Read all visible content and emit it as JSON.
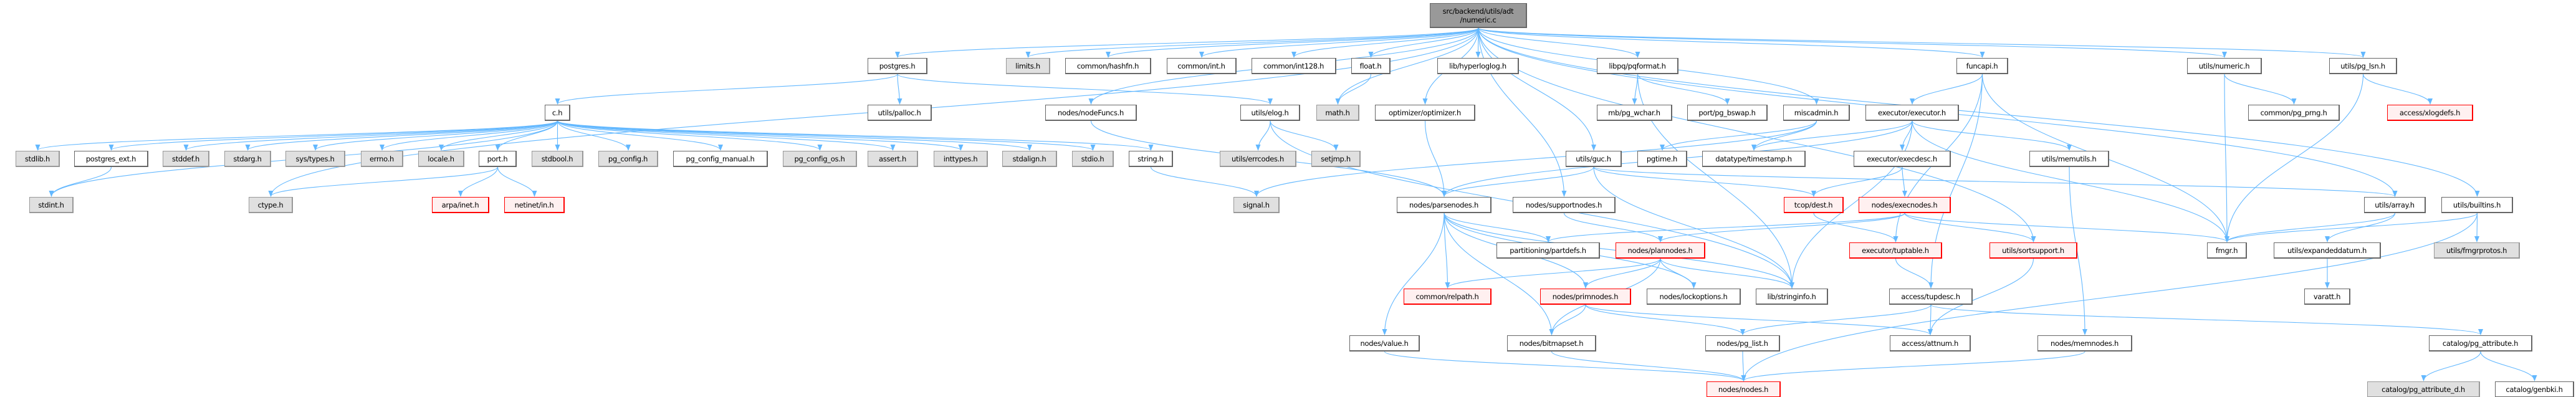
{
  "graph_title": "src/backend/utils/adt/numeric.c",
  "colors": {
    "edge": "#63b8ff",
    "root_fill": "#999999",
    "system_fill": "#e0e0e0",
    "missing_border": "#ff0000",
    "missing_fill": "#fff0f0"
  },
  "nodes": [
    {
      "id": "root",
      "label": [
        "src/backend/utils/adt",
        "/numeric.c"
      ],
      "style": "root"
    },
    {
      "id": "postgres.h",
      "label": "postgres.h",
      "style": "normal"
    },
    {
      "id": "limits.h",
      "label": "limits.h",
      "style": "system"
    },
    {
      "id": "common/hashfn.h",
      "label": "common/hashfn.h",
      "style": "normal"
    },
    {
      "id": "common/int.h",
      "label": "common/int.h",
      "style": "normal"
    },
    {
      "id": "common/int128.h",
      "label": "common/int128.h",
      "style": "normal"
    },
    {
      "id": "float.h",
      "label": "float.h",
      "style": "normal"
    },
    {
      "id": "lib/hyperloglog.h",
      "label": "lib/hyperloglog.h",
      "style": "normal"
    },
    {
      "id": "libpq/pqformat.h",
      "label": "libpq/pqformat.h",
      "style": "normal"
    },
    {
      "id": "funcapi.h",
      "label": "funcapi.h",
      "style": "normal"
    },
    {
      "id": "utils/numeric.h",
      "label": "utils/numeric.h",
      "style": "normal"
    },
    {
      "id": "utils/pg_lsn.h",
      "label": "utils/pg_lsn.h",
      "style": "normal"
    },
    {
      "id": "c.h",
      "label": "c.h",
      "style": "normal"
    },
    {
      "id": "utils/palloc.h",
      "label": "utils/palloc.h",
      "style": "normal"
    },
    {
      "id": "nodes/nodeFuncs.h",
      "label": "nodes/nodeFuncs.h",
      "style": "normal"
    },
    {
      "id": "utils/elog.h",
      "label": "utils/elog.h",
      "style": "normal"
    },
    {
      "id": "math.h",
      "label": "math.h",
      "style": "system"
    },
    {
      "id": "optimizer/optimizer.h",
      "label": "optimizer/optimizer.h",
      "style": "normal"
    },
    {
      "id": "mb/pg_wchar.h",
      "label": "mb/pg_wchar.h",
      "style": "normal"
    },
    {
      "id": "port/pg_bswap.h",
      "label": "port/pg_bswap.h",
      "style": "normal"
    },
    {
      "id": "miscadmin.h",
      "label": "miscadmin.h",
      "style": "normal"
    },
    {
      "id": "executor/executor.h",
      "label": "executor/executor.h",
      "style": "normal"
    },
    {
      "id": "common/pg_prng.h",
      "label": "common/pg_prng.h",
      "style": "normal"
    },
    {
      "id": "access/xlogdefs.h",
      "label": "access/xlogdefs.h",
      "style": "missing"
    },
    {
      "id": "stdlib.h",
      "label": "stdlib.h",
      "style": "system"
    },
    {
      "id": "postgres_ext.h",
      "label": "postgres_ext.h",
      "style": "normal"
    },
    {
      "id": "stddef.h",
      "label": "stddef.h",
      "style": "system"
    },
    {
      "id": "stdarg.h",
      "label": "stdarg.h",
      "style": "system"
    },
    {
      "id": "sys/types.h",
      "label": "sys/types.h",
      "style": "system"
    },
    {
      "id": "errno.h",
      "label": "errno.h",
      "style": "system"
    },
    {
      "id": "locale.h",
      "label": "locale.h",
      "style": "system"
    },
    {
      "id": "port.h",
      "label": "port.h",
      "style": "normal"
    },
    {
      "id": "stdbool.h",
      "label": "stdbool.h",
      "style": "system"
    },
    {
      "id": "pg_config.h",
      "label": "pg_config.h",
      "style": "system"
    },
    {
      "id": "pg_config_manual.h",
      "label": "pg_config_manual.h",
      "style": "normal"
    },
    {
      "id": "pg_config_os.h",
      "label": "pg_config_os.h",
      "style": "system"
    },
    {
      "id": "assert.h",
      "label": "assert.h",
      "style": "system"
    },
    {
      "id": "inttypes.h",
      "label": "inttypes.h",
      "style": "system"
    },
    {
      "id": "stdalign.h",
      "label": "stdalign.h",
      "style": "system"
    },
    {
      "id": "stdio.h",
      "label": "stdio.h",
      "style": "system"
    },
    {
      "id": "string.h",
      "label": "string.h",
      "style": "normal"
    },
    {
      "id": "utils/errcodes.h",
      "label": "utils/errcodes.h",
      "style": "system"
    },
    {
      "id": "setjmp.h",
      "label": "setjmp.h",
      "style": "system"
    },
    {
      "id": "utils/guc.h",
      "label": "utils/guc.h",
      "style": "normal"
    },
    {
      "id": "pgtime.h",
      "label": "pgtime.h",
      "style": "normal"
    },
    {
      "id": "datatype/timestamp.h",
      "label": "datatype/timestamp.h",
      "style": "normal"
    },
    {
      "id": "executor/execdesc.h",
      "label": "executor/execdesc.h",
      "style": "normal"
    },
    {
      "id": "utils/memutils.h",
      "label": "utils/memutils.h",
      "style": "normal"
    },
    {
      "id": "stdint.h",
      "label": "stdint.h",
      "style": "system"
    },
    {
      "id": "ctype.h",
      "label": "ctype.h",
      "style": "system"
    },
    {
      "id": "arpa/inet.h",
      "label": "arpa/inet.h",
      "style": "missing"
    },
    {
      "id": "netinet/in.h",
      "label": "netinet/in.h",
      "style": "missing"
    },
    {
      "id": "signal.h",
      "label": "signal.h",
      "style": "system"
    },
    {
      "id": "nodes/parsenodes.h",
      "label": "nodes/parsenodes.h",
      "style": "normal"
    },
    {
      "id": "nodes/supportnodes.h",
      "label": "nodes/supportnodes.h",
      "style": "normal"
    },
    {
      "id": "tcop/dest.h",
      "label": "tcop/dest.h",
      "style": "missing"
    },
    {
      "id": "nodes/execnodes.h",
      "label": "nodes/execnodes.h",
      "style": "missing"
    },
    {
      "id": "utils/array.h",
      "label": "utils/array.h",
      "style": "normal"
    },
    {
      "id": "utils/builtins.h",
      "label": "utils/builtins.h",
      "style": "normal"
    },
    {
      "id": "partitioning/partdefs.h",
      "label": "partitioning/partdefs.h",
      "style": "normal"
    },
    {
      "id": "nodes/plannodes.h",
      "label": "nodes/plannodes.h",
      "style": "missing"
    },
    {
      "id": "executor/tuptable.h",
      "label": "executor/tuptable.h",
      "style": "missing"
    },
    {
      "id": "utils/sortsupport.h",
      "label": "utils/sortsupport.h",
      "style": "missing"
    },
    {
      "id": "fmgr.h",
      "label": "fmgr.h",
      "style": "normal"
    },
    {
      "id": "utils/expandeddatum.h",
      "label": "utils/expandeddatum.h",
      "style": "normal"
    },
    {
      "id": "utils/fmgrprotos.h",
      "label": "utils/fmgrprotos.h",
      "style": "system"
    },
    {
      "id": "common/relpath.h",
      "label": "common/relpath.h",
      "style": "missing"
    },
    {
      "id": "nodes/primnodes.h",
      "label": "nodes/primnodes.h",
      "style": "missing"
    },
    {
      "id": "nodes/lockoptions.h",
      "label": "nodes/lockoptions.h",
      "style": "normal"
    },
    {
      "id": "lib/stringinfo.h",
      "label": "lib/stringinfo.h",
      "style": "normal"
    },
    {
      "id": "access/tupdesc.h",
      "label": "access/tupdesc.h",
      "style": "normal"
    },
    {
      "id": "varatt.h",
      "label": "varatt.h",
      "style": "normal"
    },
    {
      "id": "nodes/value.h",
      "label": "nodes/value.h",
      "style": "normal"
    },
    {
      "id": "nodes/bitmapset.h",
      "label": "nodes/bitmapset.h",
      "style": "normal"
    },
    {
      "id": "nodes/pg_list.h",
      "label": "nodes/pg_list.h",
      "style": "normal"
    },
    {
      "id": "access/attnum.h",
      "label": "access/attnum.h",
      "style": "normal"
    },
    {
      "id": "nodes/memnodes.h",
      "label": "nodes/memnodes.h",
      "style": "normal"
    },
    {
      "id": "catalog/pg_attribute.h",
      "label": "catalog/pg_attribute.h",
      "style": "normal"
    },
    {
      "id": "nodes/nodes.h",
      "label": "nodes/nodes.h",
      "style": "missing"
    },
    {
      "id": "catalog/pg_attribute_d.h",
      "label": "catalog/pg_attribute_d.h",
      "style": "system"
    },
    {
      "id": "catalog/genbki.h",
      "label": "catalog/genbki.h",
      "style": "normal"
    }
  ],
  "edges": [
    [
      "root",
      "postgres.h"
    ],
    [
      "root",
      "limits.h"
    ],
    [
      "root",
      "common/hashfn.h"
    ],
    [
      "root",
      "common/int.h"
    ],
    [
      "root",
      "common/int128.h"
    ],
    [
      "root",
      "float.h"
    ],
    [
      "root",
      "lib/hyperloglog.h"
    ],
    [
      "root",
      "libpq/pqformat.h"
    ],
    [
      "root",
      "funcapi.h"
    ],
    [
      "root",
      "utils/numeric.h"
    ],
    [
      "root",
      "utils/pg_lsn.h"
    ],
    [
      "root",
      "math.h"
    ],
    [
      "root",
      "nodes/nodeFuncs.h"
    ],
    [
      "root",
      "optimizer/optimizer.h"
    ],
    [
      "root",
      "miscadmin.h"
    ],
    [
      "root",
      "nodes/supportnodes.h"
    ],
    [
      "root",
      "utils/guc.h"
    ],
    [
      "root",
      "utils/array.h"
    ],
    [
      "root",
      "utils/builtins.h"
    ],
    [
      "root",
      "utils/sortsupport.h"
    ],
    [
      "root",
      "ctype.h"
    ],
    [
      "postgres.h",
      "c.h"
    ],
    [
      "postgres.h",
      "utils/elog.h"
    ],
    [
      "postgres.h",
      "utils/palloc.h"
    ],
    [
      "c.h",
      "stdlib.h"
    ],
    [
      "c.h",
      "postgres_ext.h"
    ],
    [
      "c.h",
      "stddef.h"
    ],
    [
      "c.h",
      "stdarg.h"
    ],
    [
      "c.h",
      "sys/types.h"
    ],
    [
      "c.h",
      "errno.h"
    ],
    [
      "c.h",
      "locale.h"
    ],
    [
      "c.h",
      "port.h"
    ],
    [
      "c.h",
      "stdbool.h"
    ],
    [
      "c.h",
      "pg_config.h"
    ],
    [
      "c.h",
      "pg_config_manual.h"
    ],
    [
      "c.h",
      "pg_config_os.h"
    ],
    [
      "c.h",
      "assert.h"
    ],
    [
      "c.h",
      "inttypes.h"
    ],
    [
      "c.h",
      "stdalign.h"
    ],
    [
      "c.h",
      "stdio.h"
    ],
    [
      "c.h",
      "string.h"
    ],
    [
      "c.h",
      "stdint.h"
    ],
    [
      "postgres_ext.h",
      "stdint.h"
    ],
    [
      "port.h",
      "ctype.h"
    ],
    [
      "port.h",
      "arpa/inet.h"
    ],
    [
      "port.h",
      "netinet/in.h"
    ],
    [
      "string.h",
      "signal.h"
    ],
    [
      "float.h",
      "math.h"
    ],
    [
      "utils/elog.h",
      "utils/errcodes.h"
    ],
    [
      "utils/elog.h",
      "setjmp.h"
    ],
    [
      "utils/elog.h",
      "lib/stringinfo.h"
    ],
    [
      "nodes/nodeFuncs.h",
      "nodes/parsenodes.h"
    ],
    [
      "optimizer/optimizer.h",
      "nodes/parsenodes.h"
    ],
    [
      "libpq/pqformat.h",
      "mb/pg_wchar.h"
    ],
    [
      "libpq/pqformat.h",
      "port/pg_bswap.h"
    ],
    [
      "libpq/pqformat.h",
      "lib/stringinfo.h"
    ],
    [
      "miscadmin.h",
      "datatype/timestamp.h"
    ],
    [
      "miscadmin.h",
      "pgtime.h"
    ],
    [
      "miscadmin.h",
      "signal.h"
    ],
    [
      "utils/guc.h",
      "nodes/parsenodes.h"
    ],
    [
      "utils/guc.h",
      "tcop/dest.h"
    ],
    [
      "utils/guc.h",
      "utils/array.h"
    ],
    [
      "utils/guc.h",
      "lib/stringinfo.h"
    ],
    [
      "executor/executor.h",
      "executor/execdesc.h"
    ],
    [
      "executor/executor.h",
      "utils/memutils.h"
    ],
    [
      "executor/executor.h",
      "fmgr.h"
    ],
    [
      "executor/executor.h",
      "datatype/timestamp.h"
    ],
    [
      "executor/executor.h",
      "nodes/parsenodes.h"
    ],
    [
      "executor/executor.h",
      "lib/stringinfo.h"
    ],
    [
      "executor/execdesc.h",
      "nodes/execnodes.h"
    ],
    [
      "executor/execdesc.h",
      "tcop/dest.h"
    ],
    [
      "tcop/dest.h",
      "executor/tuptable.h"
    ],
    [
      "nodes/execnodes.h",
      "fmgr.h"
    ],
    [
      "nodes/execnodes.h",
      "utils/sortsupport.h"
    ],
    [
      "nodes/execnodes.h",
      "nodes/plannodes.h"
    ],
    [
      "nodes/execnodes.h",
      "partitioning/partdefs.h"
    ],
    [
      "funcapi.h",
      "executor/executor.h"
    ],
    [
      "funcapi.h",
      "fmgr.h"
    ],
    [
      "funcapi.h",
      "access/tupdesc.h"
    ],
    [
      "funcapi.h",
      "executor/tuptable.h"
    ],
    [
      "utils/numeric.h",
      "fmgr.h"
    ],
    [
      "utils/numeric.h",
      "common/pg_prng.h"
    ],
    [
      "utils/pg_lsn.h",
      "fmgr.h"
    ],
    [
      "utils/pg_lsn.h",
      "access/xlogdefs.h"
    ],
    [
      "utils/array.h",
      "fmgr.h"
    ],
    [
      "utils/array.h",
      "utils/expandeddatum.h"
    ],
    [
      "utils/builtins.h",
      "fmgr.h"
    ],
    [
      "utils/builtins.h",
      "utils/fmgrprotos.h"
    ],
    [
      "utils/builtins.h",
      "nodes/nodes.h"
    ],
    [
      "utils/expandeddatum.h",
      "varatt.h"
    ],
    [
      "utils/sortsupport.h",
      "access/attnum.h"
    ],
    [
      "executor/tuptable.h",
      "access/tupdesc.h"
    ],
    [
      "access/tupdesc.h",
      "access/attnum.h"
    ],
    [
      "access/tupdesc.h",
      "catalog/pg_attribute.h"
    ],
    [
      "access/tupdesc.h",
      "nodes/pg_list.h"
    ],
    [
      "catalog/pg_attribute.h",
      "catalog/pg_attribute_d.h"
    ],
    [
      "catalog/pg_attribute.h",
      "catalog/genbki.h"
    ],
    [
      "utils/memutils.h",
      "nodes/memnodes.h"
    ],
    [
      "nodes/memnodes.h",
      "nodes/nodes.h"
    ],
    [
      "nodes/parsenodes.h",
      "partitioning/partdefs.h"
    ],
    [
      "nodes/parsenodes.h",
      "common/relpath.h"
    ],
    [
      "nodes/parsenodes.h",
      "nodes/primnodes.h"
    ],
    [
      "nodes/parsenodes.h",
      "nodes/lockoptions.h"
    ],
    [
      "nodes/parsenodes.h",
      "nodes/value.h"
    ],
    [
      "nodes/parsenodes.h",
      "nodes/bitmapset.h"
    ],
    [
      "nodes/parsenodes.h",
      "lib/stringinfo.h"
    ],
    [
      "nodes/supportnodes.h",
      "nodes/plannodes.h"
    ],
    [
      "nodes/plannodes.h",
      "common/relpath.h"
    ],
    [
      "nodes/plannodes.h",
      "nodes/primnodes.h"
    ],
    [
      "nodes/plannodes.h",
      "nodes/lockoptions.h"
    ],
    [
      "nodes/plannodes.h",
      "nodes/bitmapset.h"
    ],
    [
      "nodes/plannodes.h",
      "lib/stringinfo.h"
    ],
    [
      "nodes/primnodes.h",
      "nodes/bitmapset.h"
    ],
    [
      "nodes/primnodes.h",
      "nodes/pg_list.h"
    ],
    [
      "nodes/primnodes.h",
      "access/attnum.h"
    ],
    [
      "nodes/value.h",
      "nodes/nodes.h"
    ],
    [
      "nodes/bitmapset.h",
      "nodes/nodes.h"
    ],
    [
      "nodes/pg_list.h",
      "nodes/nodes.h"
    ]
  ]
}
